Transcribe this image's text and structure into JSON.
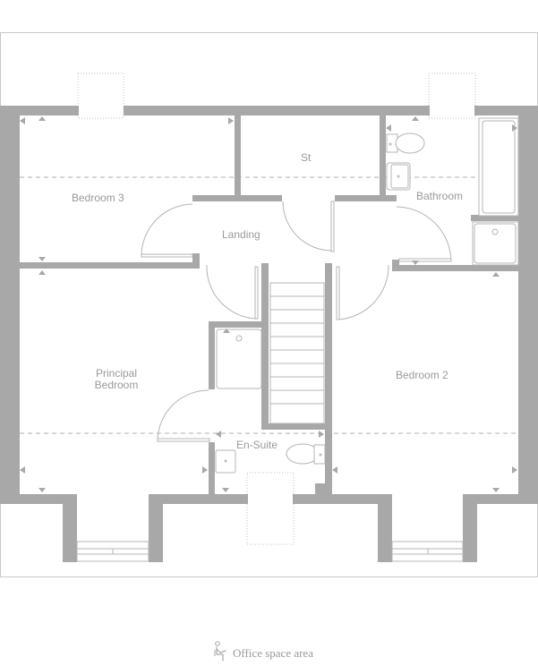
{
  "floorplan": {
    "rooms": [
      {
        "id": "bedroom-3",
        "label": "Bedroom 3"
      },
      {
        "id": "store",
        "label": "St"
      },
      {
        "id": "bathroom",
        "label": "Bathroom"
      },
      {
        "id": "landing",
        "label": "Landing"
      },
      {
        "id": "principal-bedroom",
        "label_line1": "Principal",
        "label_line2": "Bedroom"
      },
      {
        "id": "bedroom-2",
        "label": "Bedroom 2"
      },
      {
        "id": "en-suite",
        "label": "En-Suite"
      }
    ],
    "colors": {
      "wall": "#a8a8a8",
      "fixture_line": "#b4b4b4",
      "label_text": "#9a9a9a",
      "frame": "#c8c8c8"
    }
  },
  "legend": {
    "icon": "seated-person-icon",
    "label": "Office space area"
  }
}
